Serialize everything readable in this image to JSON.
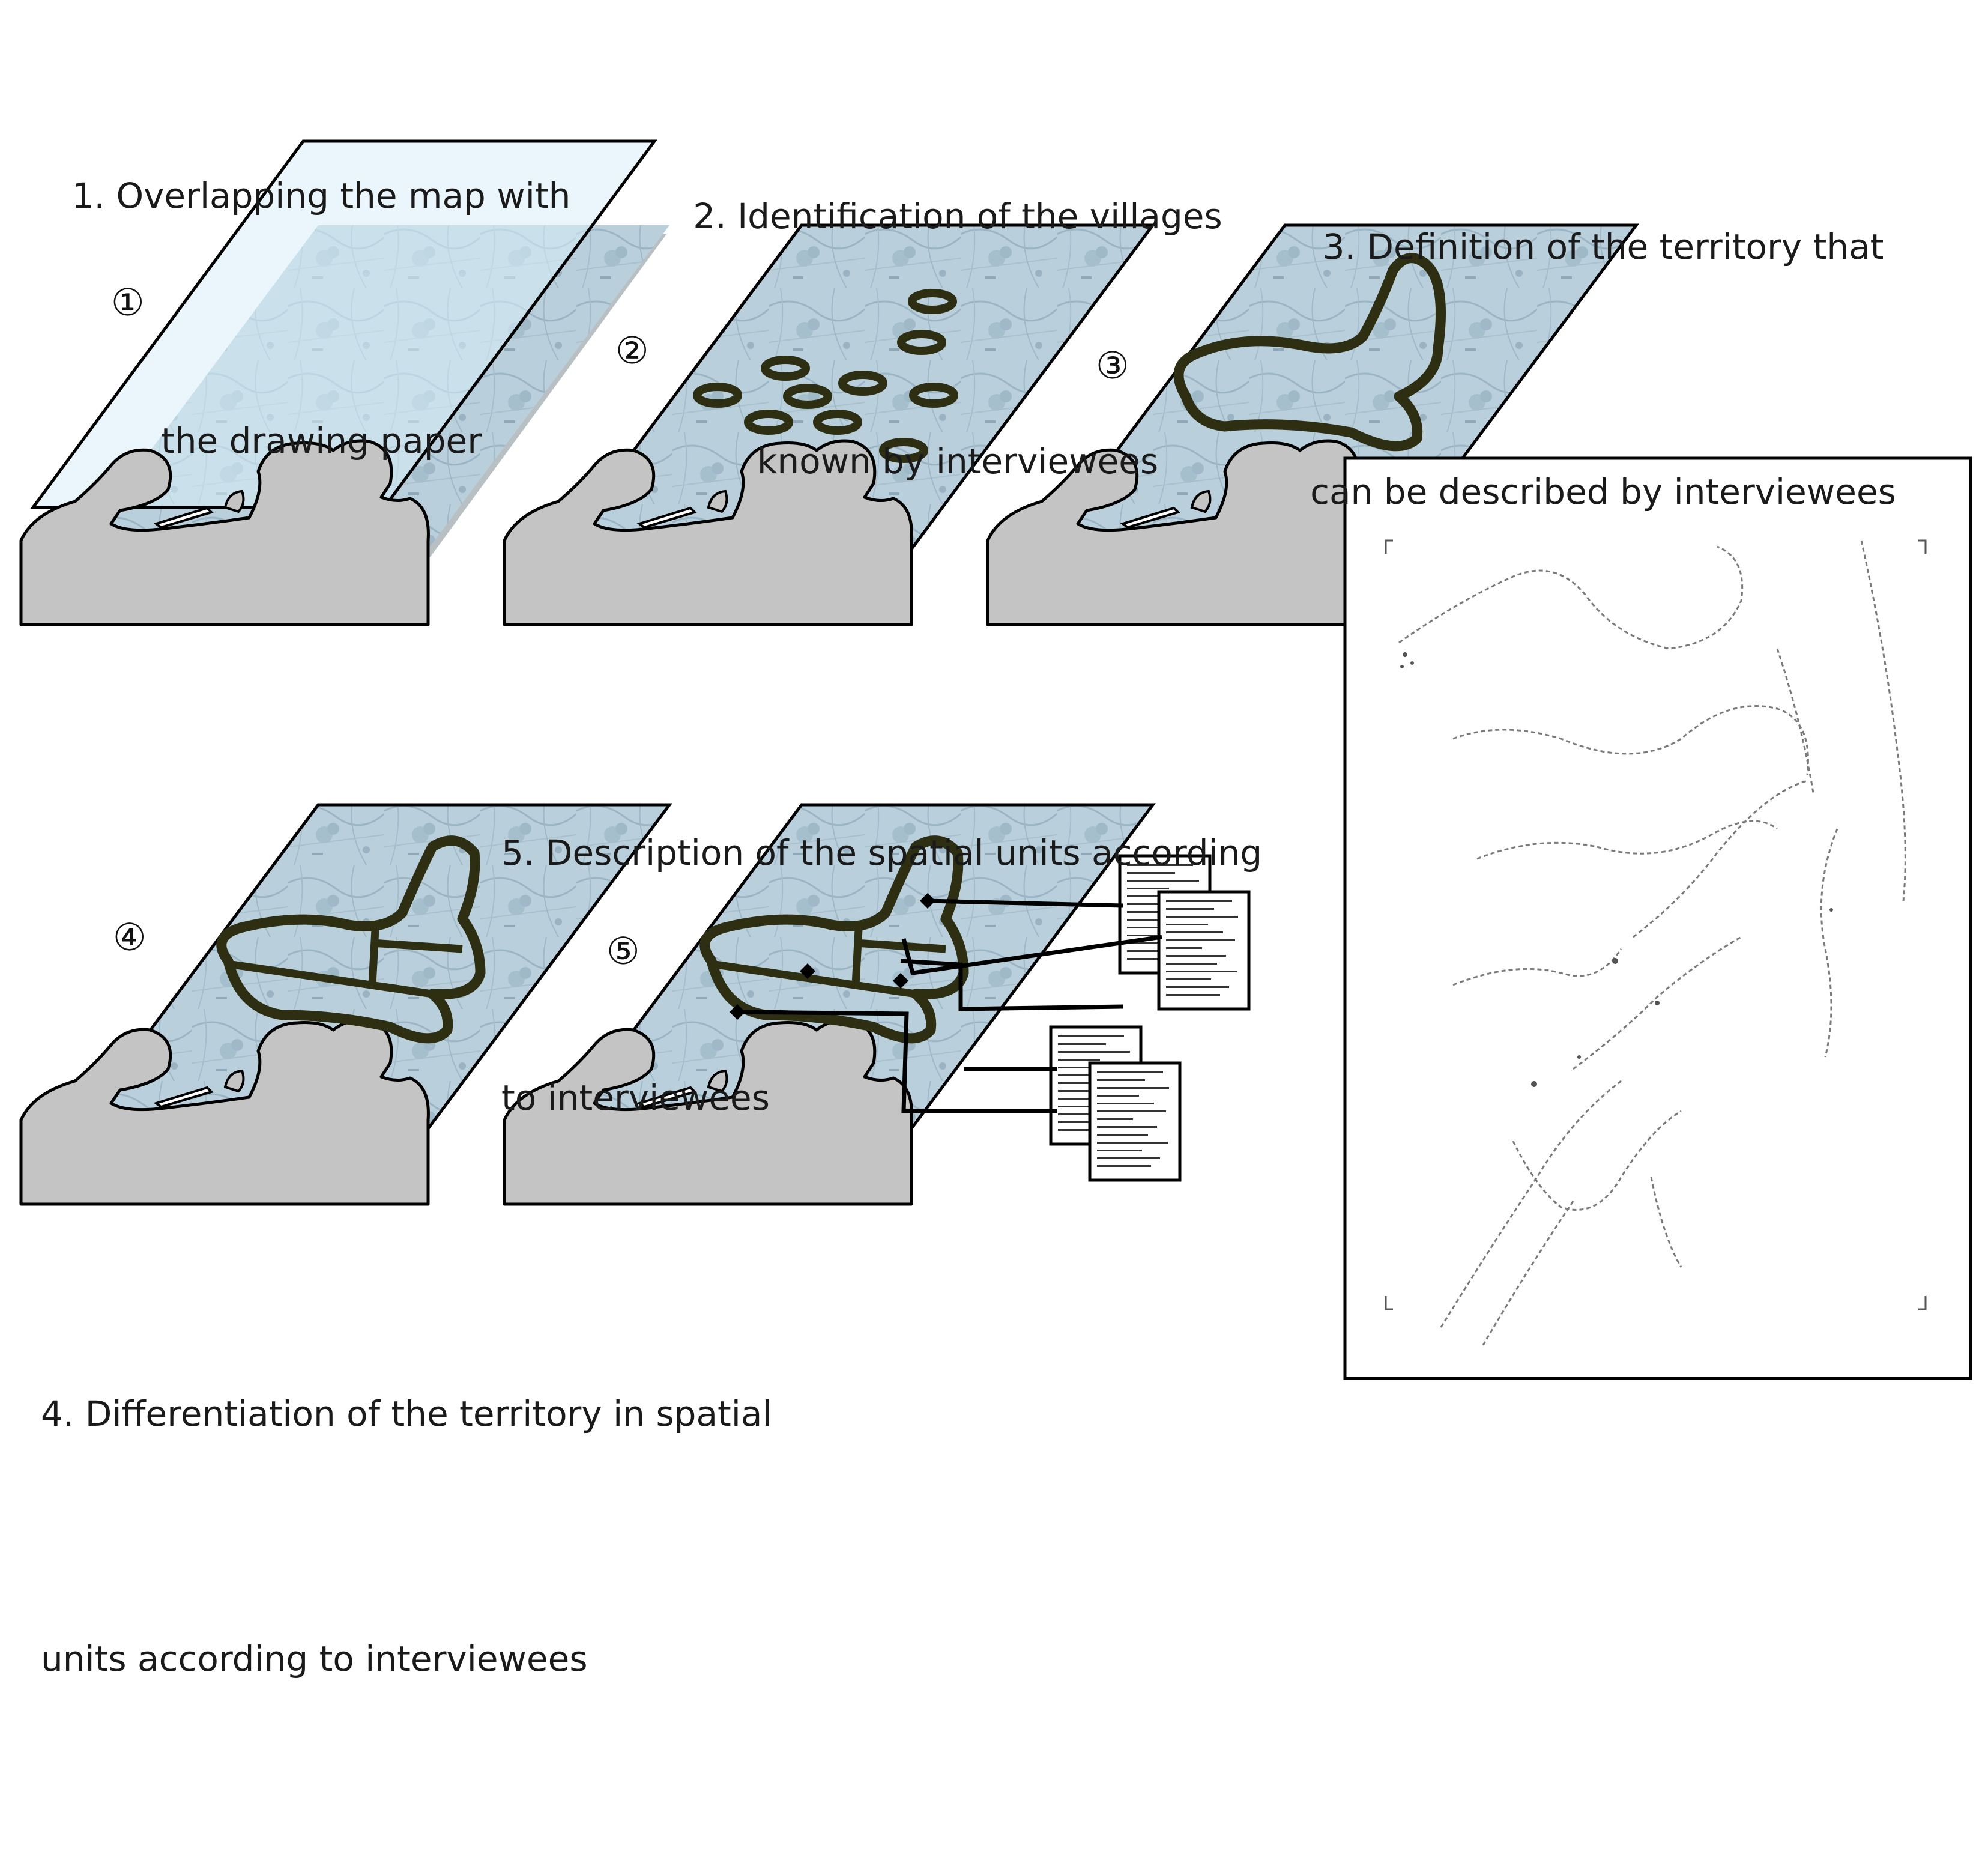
{
  "steps": [
    {
      "number": "1.",
      "line1": "Overlapping the map with",
      "line2": "the drawing paper",
      "marker": "①"
    },
    {
      "number": "2.",
      "line1": "Identification of the villages",
      "line2": "known by interviewees",
      "marker": "②"
    },
    {
      "number": "3.",
      "line1": "Definition of the territory that",
      "line2": "can be described by interviewees",
      "marker": "③"
    },
    {
      "number": "4.",
      "line1": "Differentiation of the territory in spatial",
      "line2": "units according to interviewees",
      "marker": "④"
    },
    {
      "number": "5.",
      "line1": "Description of the spatial units according",
      "line2": "to interviewees",
      "marker": "⑤"
    }
  ],
  "colors": {
    "map_fill": "#b9d0dc",
    "paper_fill": "#d9eefa",
    "outline": "#2e2e12",
    "table": "#c4c4c4"
  }
}
